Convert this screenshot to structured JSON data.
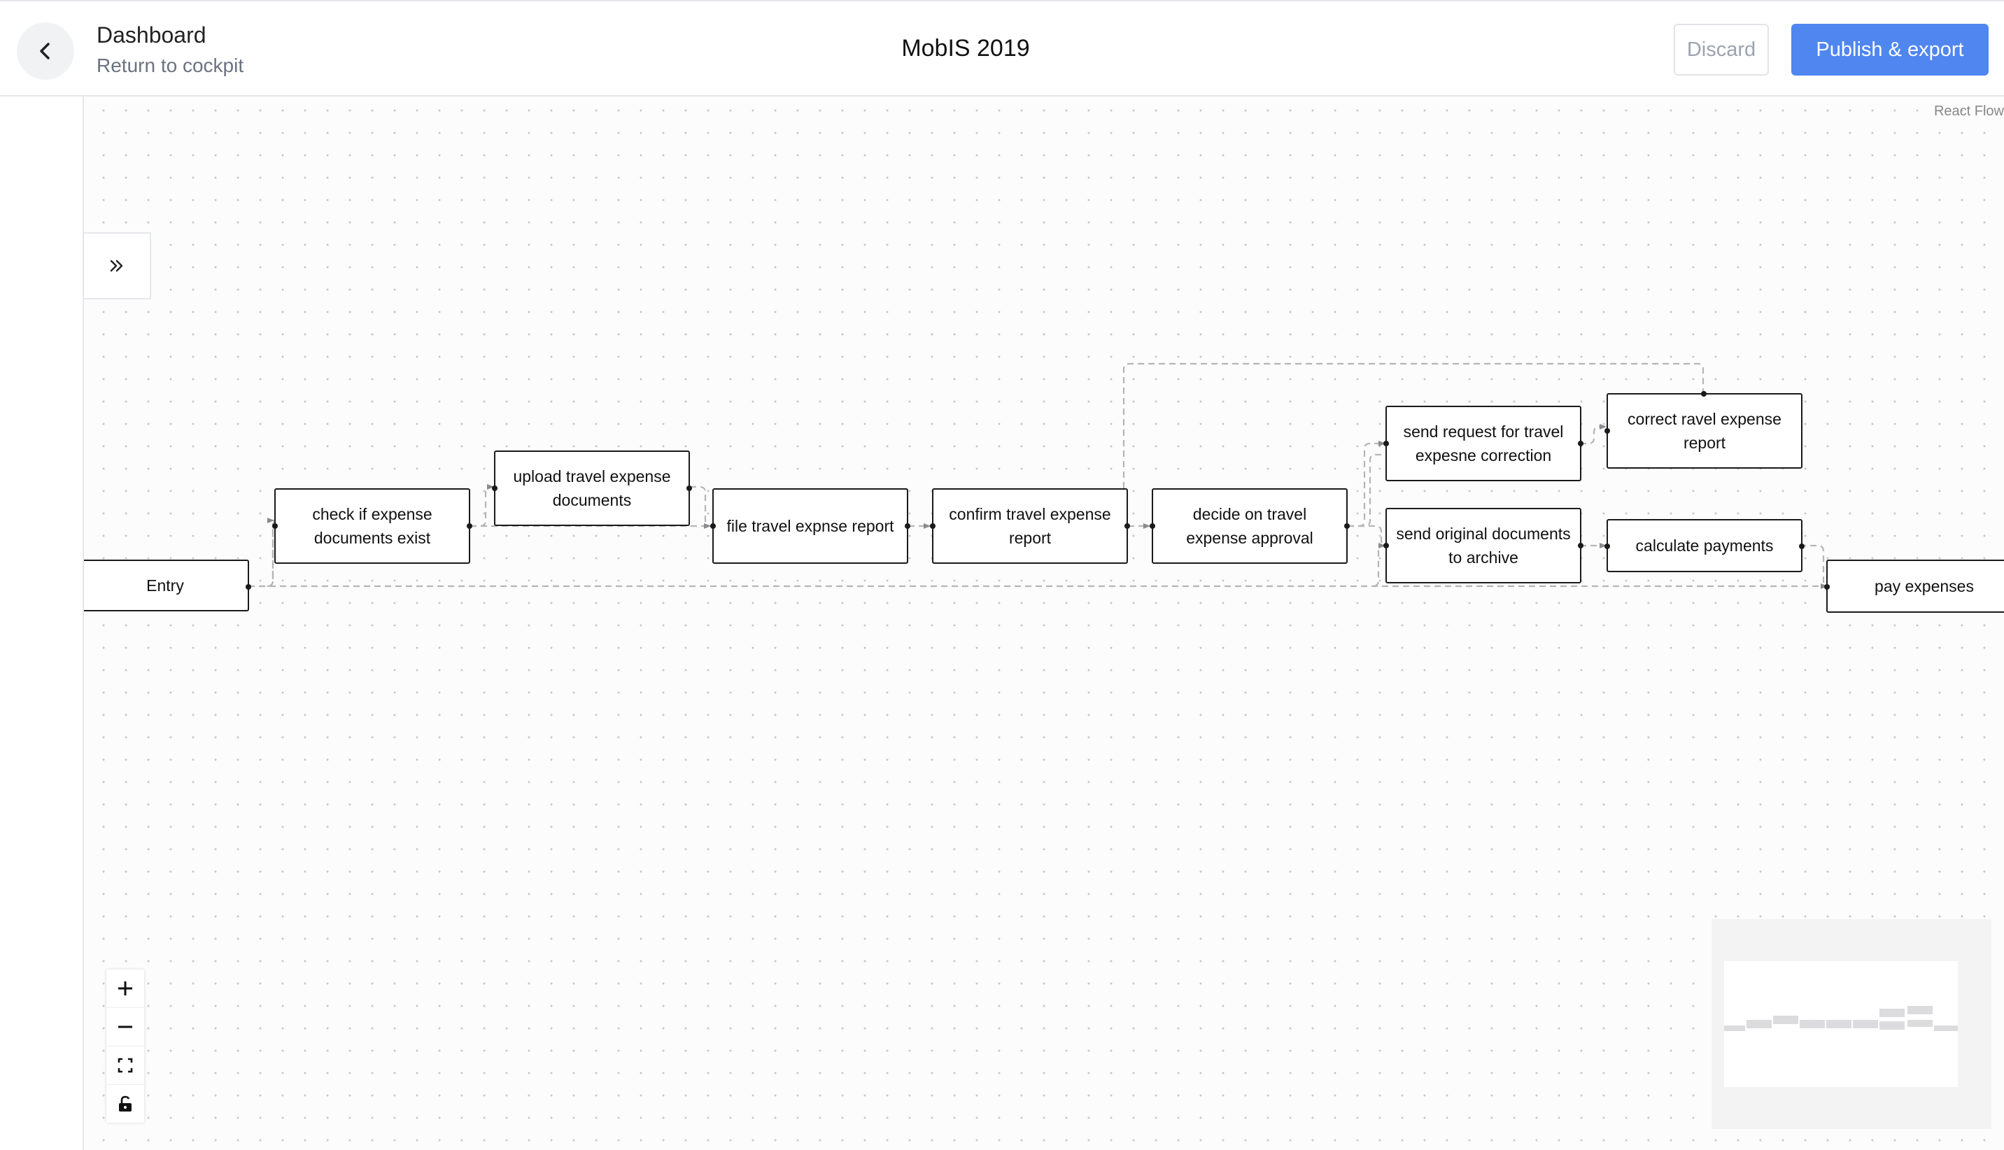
{
  "header": {
    "back_icon": "chevron-left-icon",
    "title": "Dashboard",
    "subtitle": "Return to cockpit",
    "project_name": "MobIS 2019",
    "discard_label": "Discard",
    "publish_label": "Publish & export",
    "accent_color": "#4f86f0"
  },
  "sidebar": {
    "toggle_icon": "double-chevron-right-icon"
  },
  "canvas": {
    "attribution": "React Flow",
    "nodes": {
      "entry": "Entry",
      "check": "check if expense documents exist",
      "upload": "upload travel expense documents",
      "file": "file travel expnse report",
      "confirm": "confirm travel expense report",
      "decide": "decide on travel expense approval",
      "send_request": "send request for travel expesne correction",
      "correct": "correct ravel expense report",
      "send_original": "send original documents to archive",
      "calculate": "calculate payments",
      "pay": "pay expenses"
    }
  },
  "controls": {
    "zoom_in_icon": "plus-icon",
    "zoom_out_icon": "minus-icon",
    "fit_view_icon": "fit-view-icon",
    "lock_icon": "unlock-icon"
  }
}
